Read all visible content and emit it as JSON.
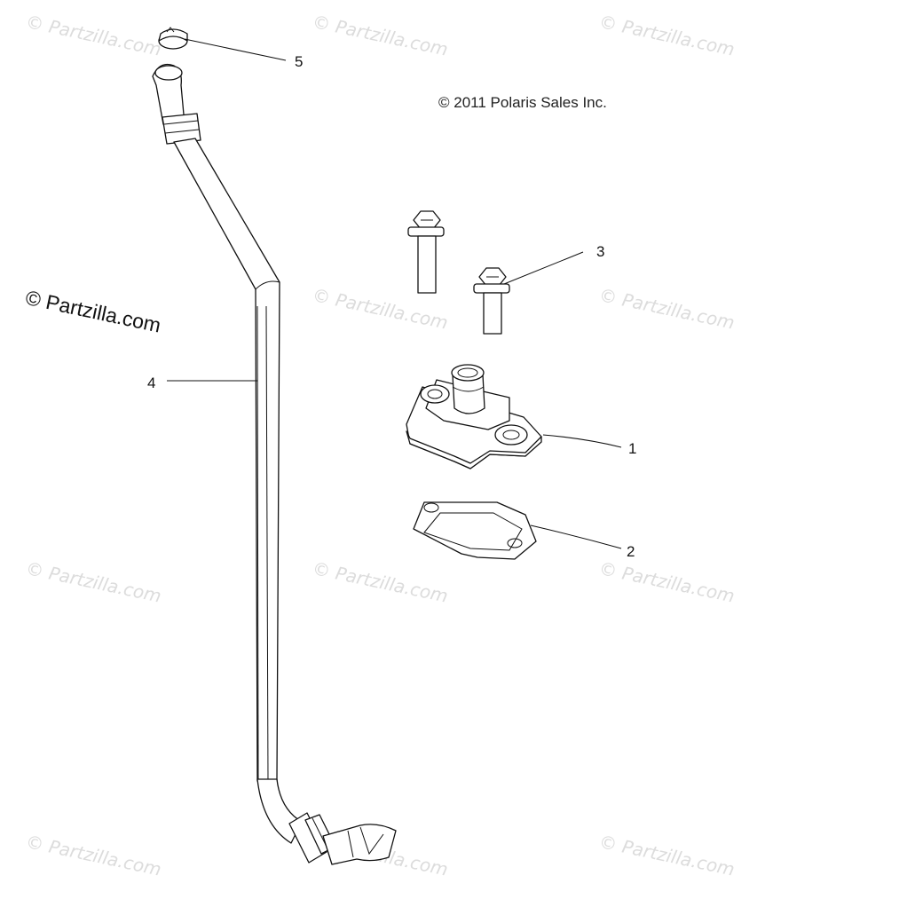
{
  "watermark": {
    "small_text": "© Partzilla.com",
    "large_text": "© Partzilla.com"
  },
  "copyright": "© 2011 Polaris Sales Inc.",
  "callouts": {
    "c1": "1",
    "c2": "2",
    "c3": "3",
    "c4": "4",
    "c5": "5"
  }
}
